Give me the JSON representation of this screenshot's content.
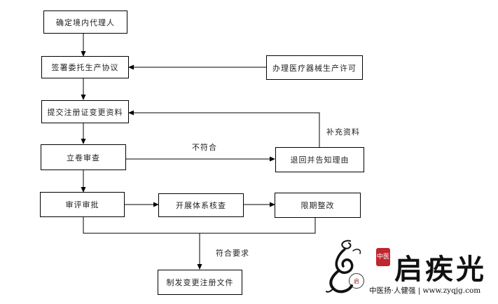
{
  "steps": {
    "agent": "确定境内代理人",
    "agreement": "签署委托生产协议",
    "license": "办理医疗器械生产许可",
    "submit": "提交注册证变更资料",
    "filing": "立卷审查",
    "return": "退回并告知理由",
    "review": "审评审批",
    "inspection": "开展体系核查",
    "rectify": "限期整改",
    "issue": "制发变更注册文件"
  },
  "edges": {
    "not_compliant": "不符合",
    "supplement": "补充资料",
    "compliant": "符合要求"
  },
  "watermark": {
    "brand": "启疾光",
    "seal_text": "中医",
    "tagline": "中医扬·人健强 | www.zyqjg.com",
    "circle_text": "启"
  }
}
